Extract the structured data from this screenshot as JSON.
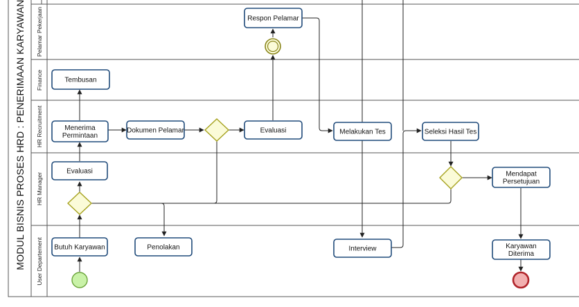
{
  "pool": {
    "title": "MODUL BISNIS PROSES HRD : PENERIMAAN KARYAWAN"
  },
  "lanes": [
    {
      "id": "pelamar",
      "label": "Pelamar Pekerjaan"
    },
    {
      "id": "finance",
      "label": "Finance"
    },
    {
      "id": "hr_recruitment",
      "label": "HR Recruitment"
    },
    {
      "id": "hr_manager",
      "label": "HR Manager"
    },
    {
      "id": "user_dept",
      "label": "User Departement"
    }
  ],
  "tasks": [
    {
      "id": "respon_pelamar",
      "lines": [
        "Respon Pelamar"
      ]
    },
    {
      "id": "tembusan",
      "lines": [
        "Tembusan"
      ]
    },
    {
      "id": "menerima_permintaan",
      "lines": [
        "Menerima",
        "Permintaan"
      ]
    },
    {
      "id": "dokumen_pelamar",
      "lines": [
        "Dokumen Pelamar"
      ]
    },
    {
      "id": "evaluasi_recruitment",
      "lines": [
        "Evaluasi"
      ]
    },
    {
      "id": "melakukan_tes",
      "lines": [
        "Melakukan Tes"
      ]
    },
    {
      "id": "seleksi_hasil_tes",
      "lines": [
        "Seleksi Hasil Tes"
      ]
    },
    {
      "id": "evaluasi_manager",
      "lines": [
        "Evaluasi"
      ]
    },
    {
      "id": "mendapat_persetujuan",
      "lines": [
        "Mendapat",
        "Persetujuan"
      ]
    },
    {
      "id": "butuh_karyawan",
      "lines": [
        "Butuh Karyawan"
      ]
    },
    {
      "id": "penolakan",
      "lines": [
        "Penolakan"
      ]
    },
    {
      "id": "interview",
      "lines": [
        "Interview"
      ]
    },
    {
      "id": "karyawan_diterima",
      "lines": [
        "Karyawan",
        "Diterima"
      ]
    }
  ],
  "events": [
    {
      "id": "start",
      "kind": "start",
      "color": "#c9f2a8"
    },
    {
      "id": "intermediate",
      "kind": "intermediate",
      "color": "#fbfbd8"
    },
    {
      "id": "end",
      "kind": "end",
      "color": "#f2b0b0"
    }
  ],
  "gateways": [
    {
      "id": "gw_manager",
      "color": "#fbfbd8"
    },
    {
      "id": "gw_recruitment",
      "color": "#fbfbd8"
    },
    {
      "id": "gw_seleksi",
      "color": "#fbfbd8"
    }
  ],
  "colors": {
    "task_border": "#1f4a7a",
    "gateway_border": "#a6a21e",
    "line": "#222222"
  }
}
